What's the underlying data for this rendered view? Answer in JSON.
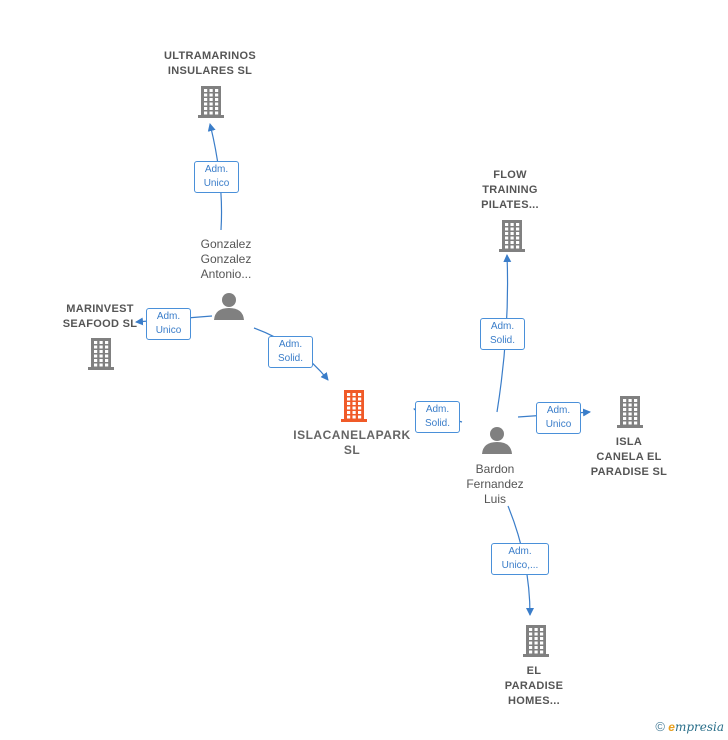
{
  "colors": {
    "company": "#808080",
    "main_company": "#f05a28",
    "edge": "#3a7dc9",
    "person": "#808080"
  },
  "companies": [
    {
      "id": "ultramarinos",
      "name": "ULTRAMARINOS\nINSULARES  SL",
      "icon": "building-icon"
    },
    {
      "id": "marinvest",
      "name": "MARINVEST\nSEAFOOD SL",
      "icon": "building-icon"
    },
    {
      "id": "flow",
      "name": "FLOW\nTRAINING\nPILATES...",
      "icon": "building-icon"
    },
    {
      "id": "islacanela",
      "name": "ISLA\nCANELA EL\nPARADISE  SL",
      "icon": "building-icon"
    },
    {
      "id": "elparadise",
      "name": "EL\nPARADISE\nHOMES...",
      "icon": "building-icon"
    }
  ],
  "main_company": {
    "name": "ISLACANELAPARK\nSL",
    "icon": "building-icon"
  },
  "persons": [
    {
      "id": "gonzalez",
      "name": "Gonzalez\nGonzalez\nAntonio...",
      "icon": "person-icon"
    },
    {
      "id": "bardon",
      "name": "Bardon\nFernandez\nLuis",
      "icon": "person-icon"
    }
  ],
  "edges": [
    {
      "from": "gonzalez",
      "to": "ultramarinos",
      "label": "Adm.\nUnico"
    },
    {
      "from": "gonzalez",
      "to": "marinvest",
      "label": "Adm.\nUnico"
    },
    {
      "from": "gonzalez",
      "to": "main",
      "label": "Adm.\nSolid."
    },
    {
      "from": "bardon",
      "to": "main",
      "label": "Adm.\nSolid."
    },
    {
      "from": "bardon",
      "to": "flow",
      "label": "Adm.\nSolid."
    },
    {
      "from": "bardon",
      "to": "islacanela",
      "label": "Adm.\nUnico"
    },
    {
      "from": "bardon",
      "to": "elparadise",
      "label": "Adm.\nUnico,..."
    }
  ],
  "footer": {
    "copyright": "©",
    "brand_first": "e",
    "brand_rest": "mpresia"
  }
}
